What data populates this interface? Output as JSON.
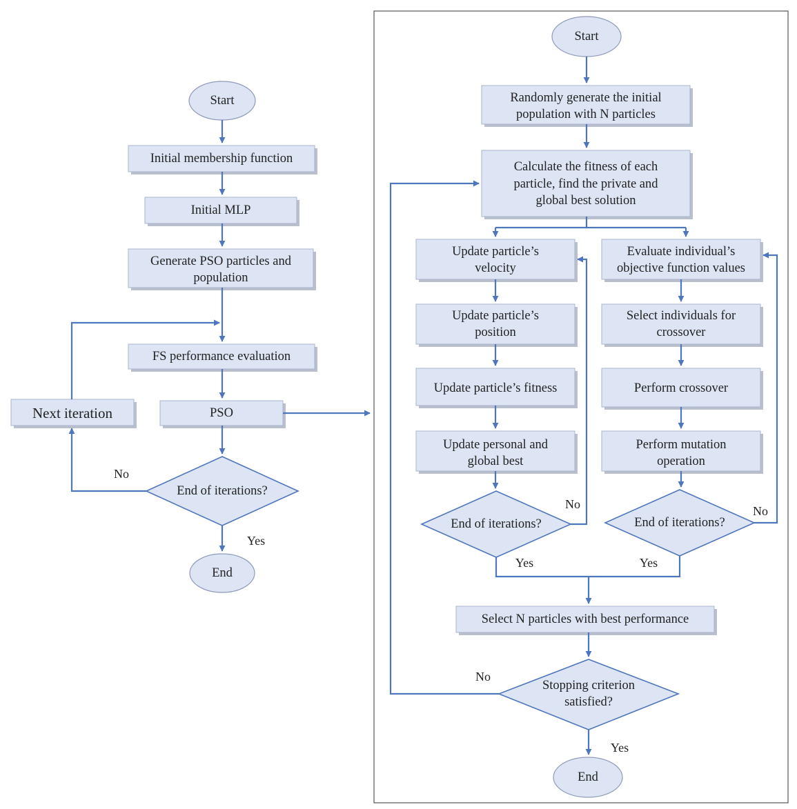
{
  "left_flow": {
    "start": "Start",
    "initial_membership": "Initial membership function",
    "initial_mlp": "Initial MLP",
    "generate_pso": [
      "Generate PSO particles and",
      "population"
    ],
    "fs_evaluation": "FS performance evaluation",
    "pso": "PSO",
    "next_iteration": "Next iteration",
    "end_check": "End of iterations?",
    "end": "End",
    "label_no": "No",
    "label_yes": "Yes"
  },
  "right_flow": {
    "start": "Start",
    "random_generate": [
      "Randomly generate the initial",
      "population with N particles"
    ],
    "calc_fitness": [
      "Calculate the fitness of each",
      "particle, find the private and",
      "global best solution"
    ],
    "pso_branch": {
      "update_velocity": [
        "Update particle’s",
        "velocity"
      ],
      "update_position": [
        "Update particle’s",
        "position"
      ],
      "update_fitness": "Update particle’s fitness",
      "update_best": [
        "Update personal and",
        "global best"
      ],
      "end_check": "End of iterations?",
      "label_no": "No",
      "label_yes": "Yes"
    },
    "ga_branch": {
      "evaluate": [
        "Evaluate individual’s",
        "objective function values"
      ],
      "select": [
        "Select individuals for",
        "crossover"
      ],
      "crossover": "Perform crossover",
      "mutation": [
        "Perform mutation",
        "operation"
      ],
      "end_check": "End of iterations?",
      "label_no": "No",
      "label_yes": "Yes"
    },
    "select_best": "Select N particles with best performance",
    "stopping": [
      "Stopping criterion",
      "satisfied?"
    ],
    "label_no": "No",
    "label_yes": "Yes",
    "end": "End"
  },
  "colors": {
    "node_fill": "#dde4f4",
    "edge": "#4e76bd",
    "frame": "#555555"
  }
}
